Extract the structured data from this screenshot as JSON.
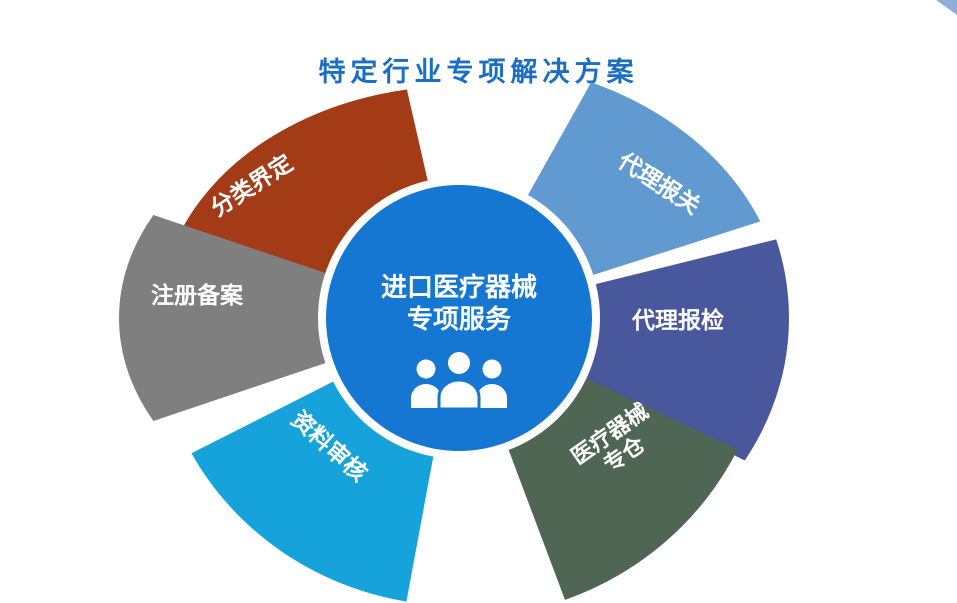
{
  "title": "特定行业专项解决方案",
  "title_color": "#1a6fc4",
  "background": "#ffffff",
  "center": {
    "lines": [
      "进口医疗器械",
      "专项服务"
    ],
    "fill": "#1577d1",
    "ring_color": "#ffffff",
    "text_color": "#ffffff",
    "icon": "people-group-icon"
  },
  "wedges": [
    {
      "id": "classification",
      "label": "分类界定",
      "color": "#a23b16"
    },
    {
      "id": "customs",
      "label": "代理报关",
      "color": "#6199d1"
    },
    {
      "id": "registration",
      "label": "注册备案",
      "color": "#7f7f7f"
    },
    {
      "id": "inspection",
      "label": "代理报检",
      "color": "#49589c"
    },
    {
      "id": "review",
      "label": "资料审核",
      "color": "#16a2db"
    },
    {
      "id": "warehouse",
      "label": "医疗器械专仓",
      "lines": [
        "医疗器械",
        "专仓"
      ],
      "color": "#4f6654"
    }
  ],
  "corner_accent_color": "#8fafd9"
}
